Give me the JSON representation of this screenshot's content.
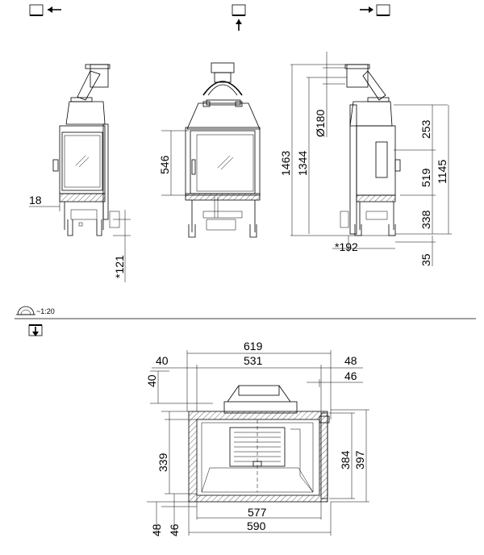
{
  "scale_label": "~1:20",
  "icons": {
    "left_view": "view-from-left-icon",
    "front_view": "view-from-front-icon",
    "right_view": "view-from-right-icon",
    "scale": "scale-icon",
    "top_view": "view-from-top-icon"
  },
  "elevation_dims": {
    "left_18": "18",
    "left_121": "*121",
    "front_546": "546",
    "right_1463": "1463",
    "right_1344": "1344",
    "right_180": "Ø180",
    "right_253": "253",
    "right_519": "519",
    "right_1145": "1145",
    "right_338": "338",
    "right_35": "35",
    "right_192": "*192"
  },
  "plan_dims": {
    "w619": "619",
    "w531": "531",
    "d40a": "40",
    "d48a": "48",
    "d46a": "46",
    "d40b": "40",
    "h339": "339",
    "d384": "384",
    "d397": "397",
    "w577": "577",
    "w590": "590",
    "d48b": "48",
    "d46b": "46"
  }
}
